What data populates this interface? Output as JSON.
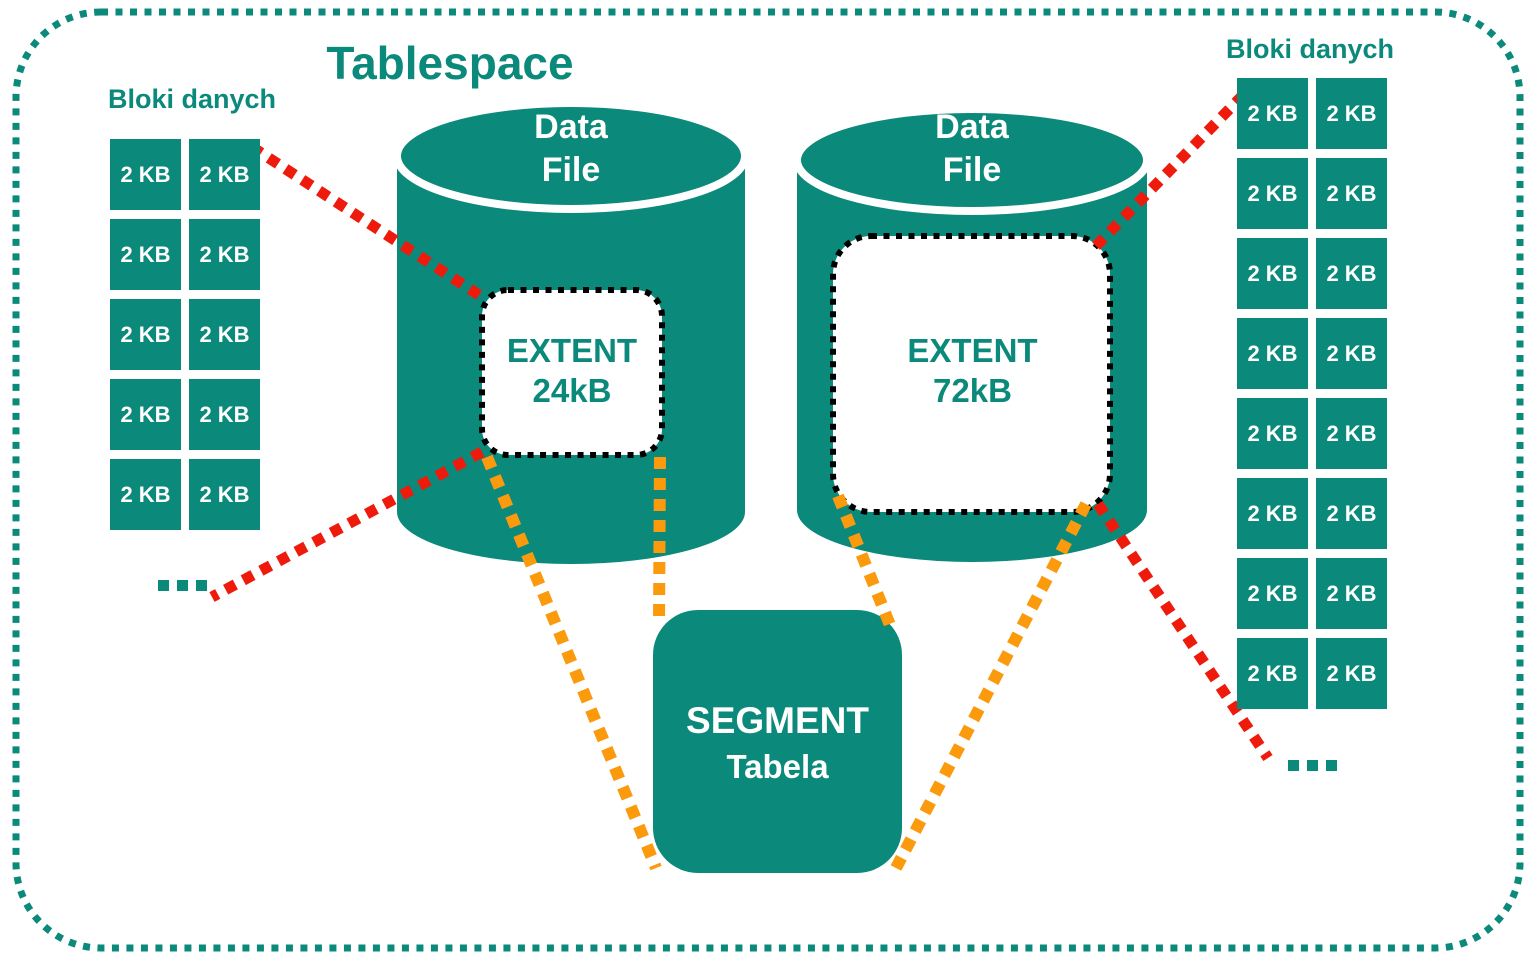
{
  "title": "Tablespace",
  "colors": {
    "teal": "#0b897a",
    "red": "#ee1b0d",
    "orange": "#fb9a0d",
    "white": "#ffffff",
    "black": "#000000"
  },
  "left_blocks": {
    "heading": "Bloki danych",
    "rows": 5,
    "cols": 2,
    "block_label": "2 KB"
  },
  "right_blocks": {
    "heading": "Bloki danych",
    "rows": 8,
    "cols": 2,
    "block_label": "2 KB"
  },
  "datafile_left": {
    "line1": "Data",
    "line2": "File"
  },
  "datafile_right": {
    "line1": "Data",
    "line2": "File"
  },
  "extent_left": {
    "line1": "EXTENT",
    "line2": "24kB"
  },
  "extent_right": {
    "line1": "EXTENT",
    "line2": "72kB"
  },
  "segment": {
    "line1": "SEGMENT",
    "line2": "Tabela"
  }
}
